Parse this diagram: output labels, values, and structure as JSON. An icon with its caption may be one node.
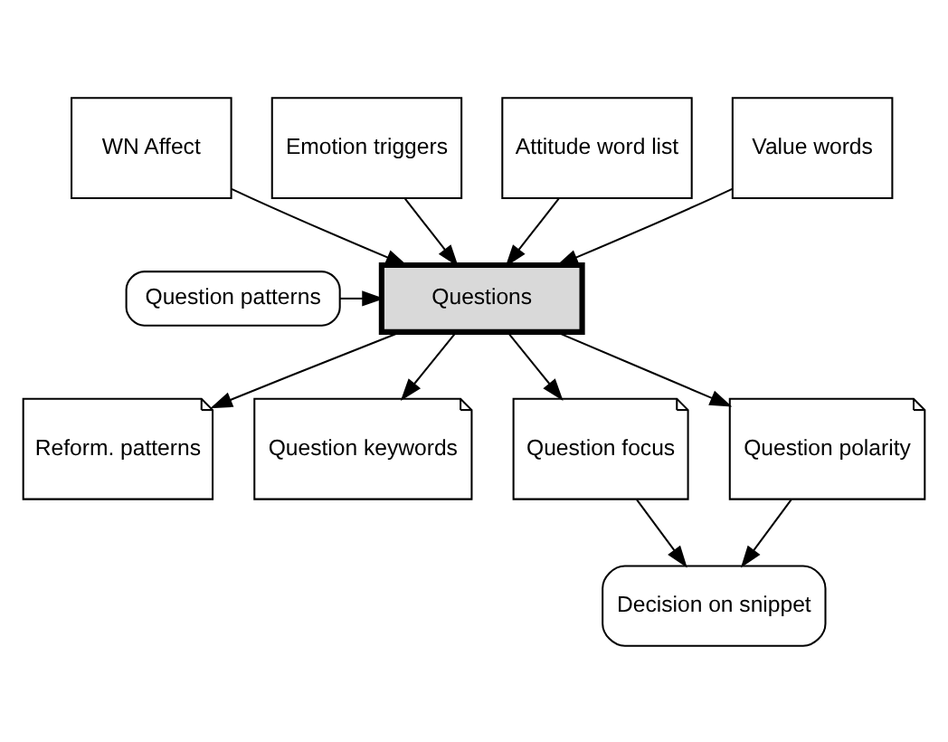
{
  "diagram": {
    "nodes": [
      {
        "text": [
          "WN Affect"
        ]
      },
      {
        "text": [
          "Emotion triggers"
        ]
      },
      {
        "text": [
          "Attitude word list"
        ]
      },
      {
        "text": [
          "Value words"
        ]
      },
      {
        "text": [
          "Question patterns"
        ]
      },
      {
        "text": [
          "Questions"
        ]
      },
      {
        "text": [
          "Reform. patterns"
        ]
      },
      {
        "text": [
          "Question keywords"
        ]
      },
      {
        "text": [
          "Question focus"
        ]
      },
      {
        "text": [
          "Question polarity"
        ]
      },
      {
        "text": [
          "Decision on snippet"
        ]
      }
    ],
    "edges": [
      {
        "from": 0,
        "to": 5,
        "arrow": "to"
      },
      {
        "from": 1,
        "to": 5,
        "arrow": "to"
      },
      {
        "from": 2,
        "to": 5,
        "arrow": "to"
      },
      {
        "from": 3,
        "to": 5,
        "arrow": "to"
      },
      {
        "from": 4,
        "to": 5,
        "arrow": "to"
      },
      {
        "from": 5,
        "to": 6,
        "arrow": "to"
      },
      {
        "from": 5,
        "to": 7,
        "arrow": "to"
      },
      {
        "from": 5,
        "to": 8,
        "arrow": "to"
      },
      {
        "from": 5,
        "to": 9,
        "arrow": "to"
      },
      {
        "from": 8,
        "to": 10,
        "arrow": "to"
      },
      {
        "from": 9,
        "to": 10,
        "arrow": "to"
      }
    ]
  }
}
